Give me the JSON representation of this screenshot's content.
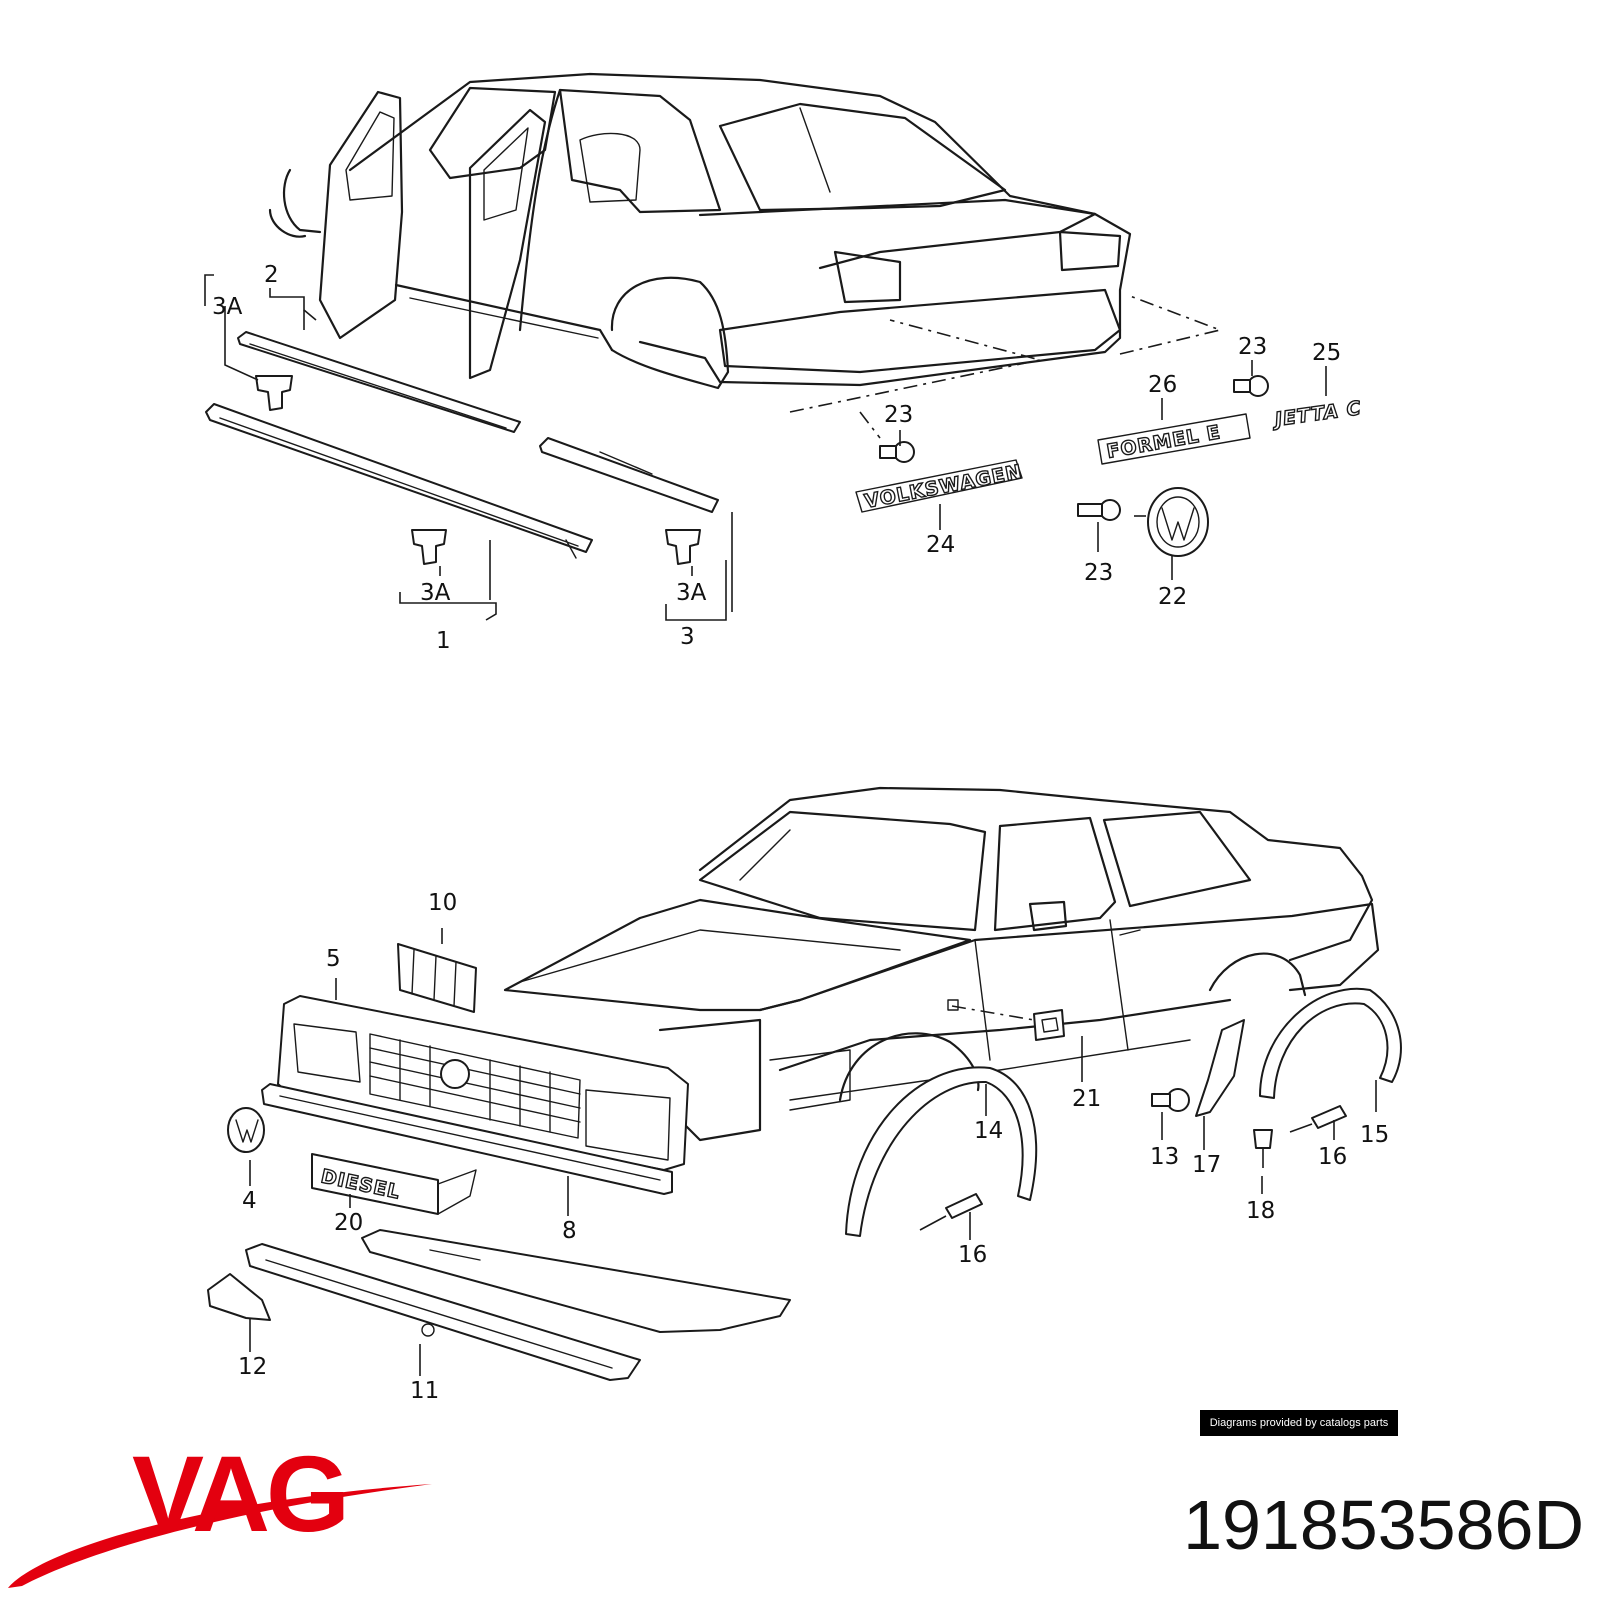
{
  "callouts": {
    "c1": "1",
    "c2": "2",
    "c3": "3",
    "c3a_a": "3A",
    "c3a_b": "3A",
    "c3a_c": "3A",
    "c4": "4",
    "c5": "5",
    "c8": "8",
    "c10": "10",
    "c11": "11",
    "c12": "12",
    "c13": "13",
    "c14": "14",
    "c15": "15",
    "c16_a": "16",
    "c16_b": "16",
    "c17": "17",
    "c18": "18",
    "c20": "20",
    "c21": "21",
    "c22": "22",
    "c23_a": "23",
    "c23_b": "23",
    "c23_c": "23",
    "c24": "24",
    "c25": "25",
    "c26": "26"
  },
  "emblems": {
    "volkswagen": "VOLKSWAGEN",
    "formel": "FORMEL E",
    "jetta": "JETTA C",
    "diesel": "DIESEL"
  },
  "credit": "Diagrams provided by catalogs parts",
  "brand": {
    "name": "VAG",
    "color": "#e3000f"
  },
  "part_number": "191853586D"
}
